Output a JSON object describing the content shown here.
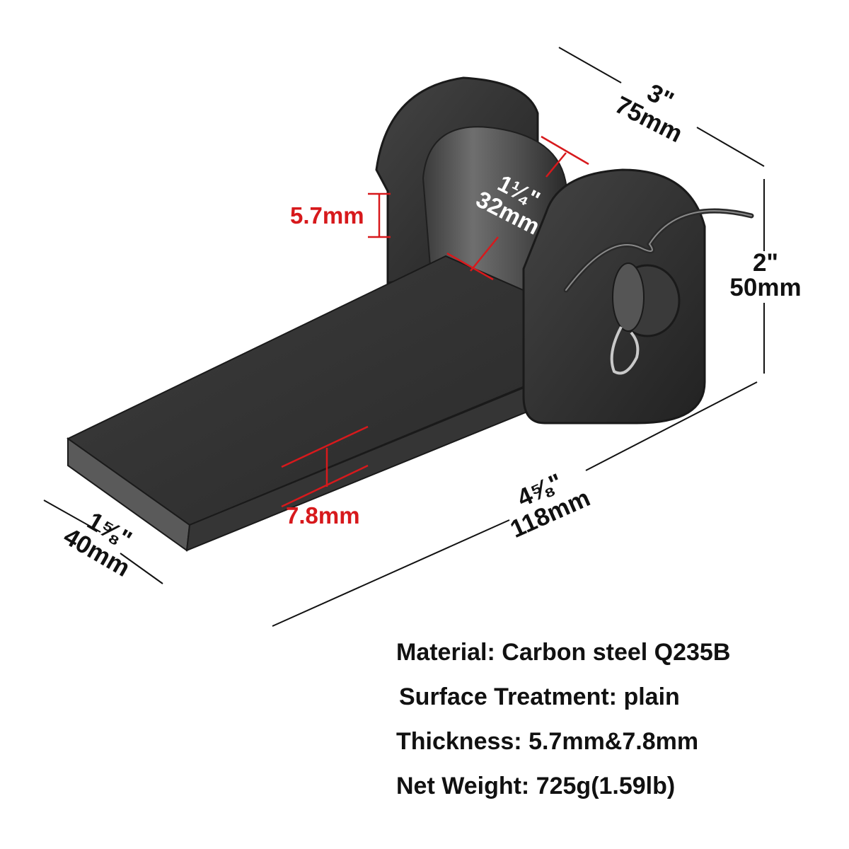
{
  "colors": {
    "dimension_line": "#111111",
    "callout_red": "#d7191c",
    "callout_white": "#ffffff",
    "steel_dark": "#2b2b2b",
    "steel_mid": "#4a4a4a",
    "steel_light": "#6e6e6e"
  },
  "dimensions": {
    "depth": {
      "inch": "3\"",
      "mm": "75mm"
    },
    "height": {
      "inch": "2\"",
      "mm": "50mm"
    },
    "length": {
      "inch": "4⅝\"",
      "mm": "118mm"
    },
    "width": {
      "inch": "1⅝\"",
      "mm": "40mm"
    },
    "tube_diameter": {
      "inch": "1¼\"",
      "mm": "32mm"
    },
    "plate_thickness": "5.7mm",
    "tongue_thickness": "7.8mm"
  },
  "specs": [
    "Material: Carbon steel Q235B",
    "Surface Treatment: plain",
    "Thickness: 5.7mm&7.8mm",
    "Net Weight: 725g(1.59lb)"
  ]
}
